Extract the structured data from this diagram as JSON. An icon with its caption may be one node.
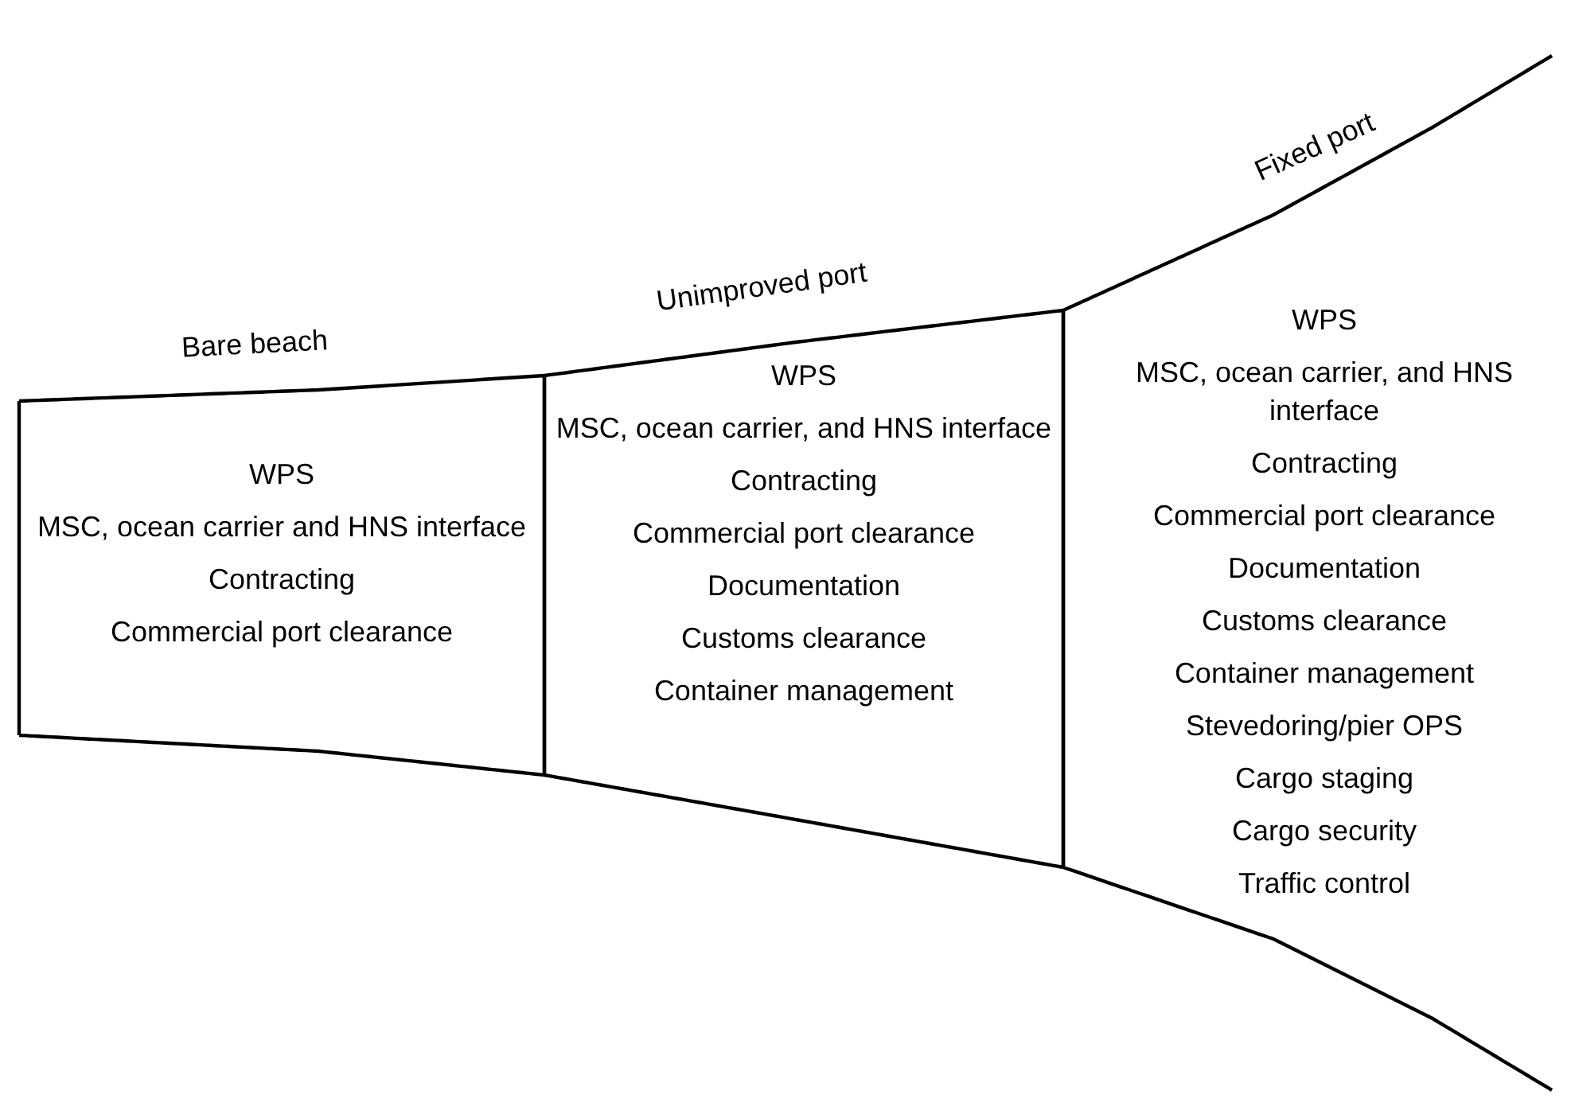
{
  "diagram": {
    "nodes": [
      {
        "text": [
          "Bare beach",
          "WPS",
          "MSC, ocean carrier and HNS interface",
          "Contracting",
          "Commercial port clearance"
        ]
      },
      {
        "text": [
          "Unimproved port",
          "WPS",
          "MSC, ocean carrier, and HNS interface",
          "Contracting",
          "Commercial port clearance",
          "Documentation",
          "Customs clearance",
          "Container management"
        ]
      },
      {
        "text": [
          "Fixed port",
          "WPS",
          "MSC, ocean carrier, and HNS interface",
          "Contracting",
          "Commercial port clearance",
          "Documentation",
          "Customs clearance",
          "Container management",
          "Stevedoring/pier OPS",
          "Cargo staging",
          "Cargo security",
          "Traffic control"
        ]
      }
    ]
  }
}
